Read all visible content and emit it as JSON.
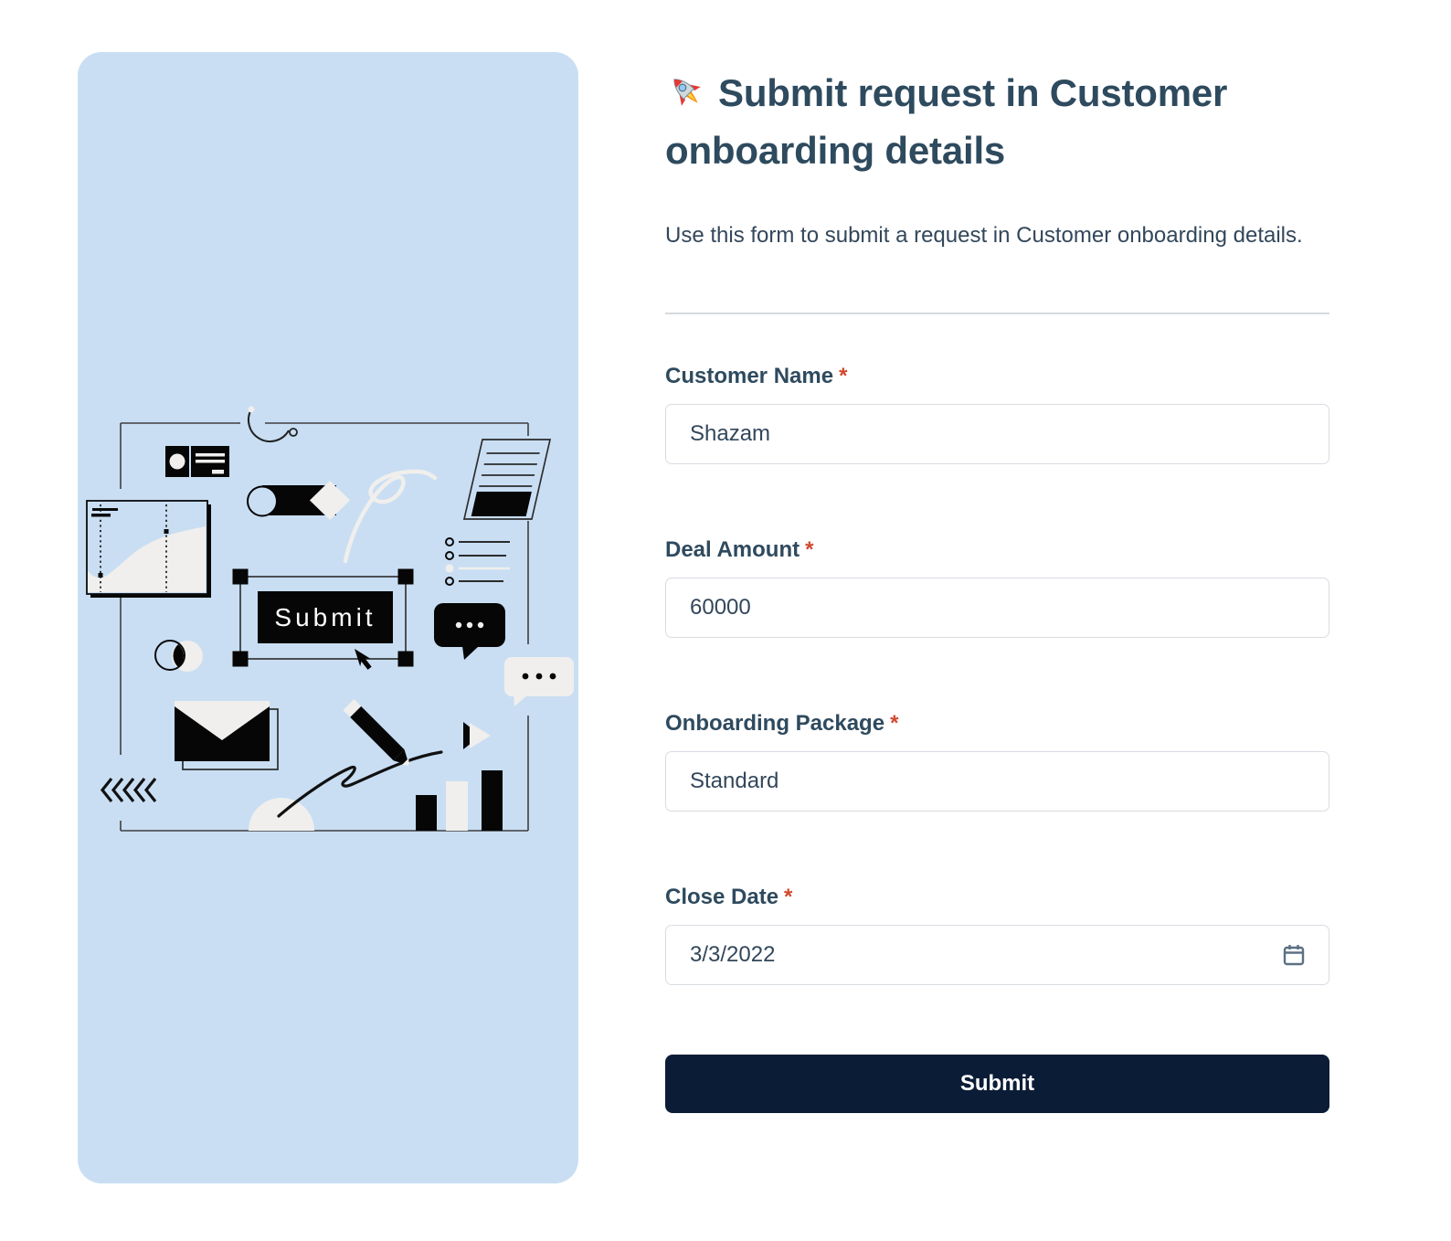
{
  "left_panel": {
    "background": "#c9def3",
    "illustration": {
      "submit_label": "Submit",
      "elements": [
        "frame-border",
        "arc-doodle",
        "id-card",
        "area-chart",
        "toggle-flag",
        "white-scribble",
        "document-sheet",
        "bullet-list",
        "submit-button-graphic",
        "selection-handles",
        "cursor-arrow",
        "venn-circles",
        "speech-bubble-dark",
        "speech-bubble-light",
        "envelope",
        "chevrons-left",
        "signature-scribble",
        "pencil",
        "play-button",
        "bar-chart",
        "half-circle"
      ]
    }
  },
  "form": {
    "title_emoji": "🚀",
    "title_icon": "rocket-icon",
    "title": "Submit request in Customer onboarding details",
    "description": "Use this form to submit a request in Customer onboarding details.",
    "required_marker": "*",
    "fields": [
      {
        "label": "Customer Name",
        "required": true,
        "value": "Shazam",
        "type": "text"
      },
      {
        "label": "Deal Amount",
        "required": true,
        "value": "60000",
        "type": "text"
      },
      {
        "label": "Onboarding Package",
        "required": true,
        "value": "Standard",
        "type": "text"
      },
      {
        "label": "Close Date",
        "required": true,
        "value": "3/3/2022",
        "type": "date",
        "icon": "calendar-icon"
      }
    ],
    "submit_label": "Submit",
    "colors": {
      "panel_background": "#c9def3",
      "title_text": "#2e4a5e",
      "body_text": "#33475b",
      "required_asterisk": "#d0492e",
      "input_border": "#d8dce2",
      "divider": "#d6dade",
      "submit_background": "#0b1c36",
      "submit_text": "#ffffff"
    }
  }
}
